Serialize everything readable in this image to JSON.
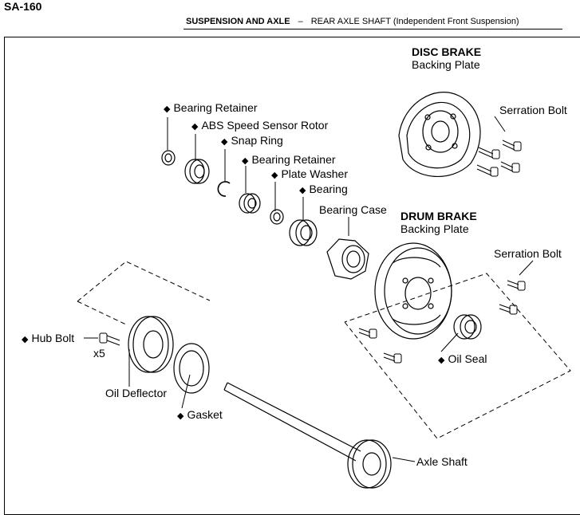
{
  "header": {
    "page_number": "SA-160",
    "section": "SUSPENSION AND AXLE",
    "separator": "–",
    "subsection": "REAR AXLE SHAFT (Independent Front Suspension)"
  },
  "diagram": {
    "marker": "◆",
    "labels": {
      "bearing_retainer_outer": "Bearing Retainer",
      "abs_speed_sensor_rotor": "ABS Speed Sensor Rotor",
      "snap_ring": "Snap Ring",
      "bearing_retainer_inner": "Bearing Retainer",
      "plate_washer": "Plate Washer",
      "bearing": "Bearing",
      "bearing_case": "Bearing Case",
      "disc_brake_title": "DISC BRAKE",
      "disc_brake_subtitle": "Backing Plate",
      "serration_bolt_disc": "Serration Bolt",
      "drum_brake_title": "DRUM BRAKE",
      "drum_brake_subtitle": "Backing Plate",
      "serration_bolt_drum": "Serration Bolt",
      "hub_bolt": "Hub Bolt",
      "hub_bolt_qty": "x5",
      "oil_deflector": "Oil Deflector",
      "gasket": "Gasket",
      "oil_seal": "Oil Seal",
      "axle_shaft": "Axle Shaft"
    }
  }
}
